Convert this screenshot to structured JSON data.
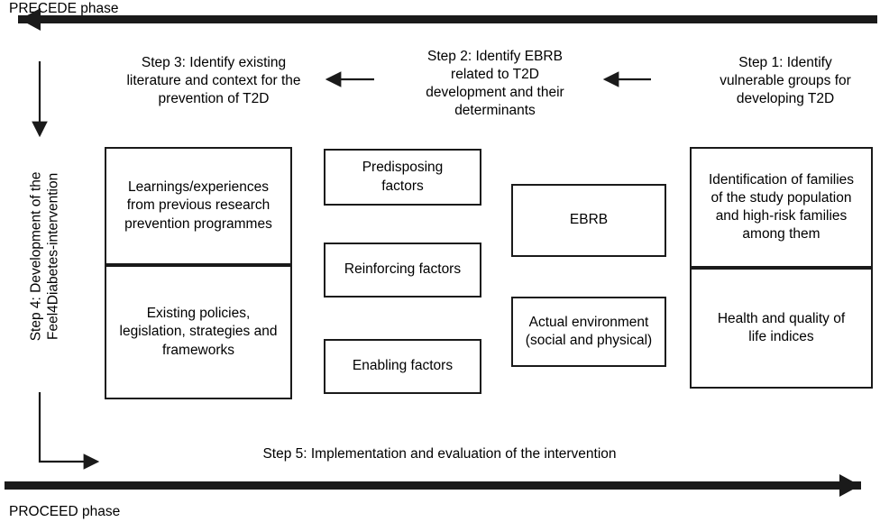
{
  "diagram": {
    "top_phase_label": "PRECEDE phase",
    "bottom_phase_label": "PROCEED phase",
    "vertical_label": "Step 4: Development of the\nFeel4Diabetes-intervention",
    "steps": {
      "step1": "Step 1: Identify\nvulnerable groups for\ndeveloping T2D",
      "step2": "Step 2: Identify EBRB\nrelated to T2D\ndevelopment and their\ndeterminants",
      "step3": "Step 3: Identify existing\nliterature and context for the\nprevention of T2D",
      "step5": "Step 5: Implementation and evaluation of the intervention"
    },
    "boxes": {
      "learnings": "Learnings/experiences\nfrom previous research\nprevention programmes",
      "policies": "Existing policies,\nlegislation, strategies and\nframeworks",
      "predisposing": "Predisposing\nfactors",
      "reinforcing": "Reinforcing factors",
      "enabling": "Enabling factors",
      "ebrb": "EBRB",
      "environment": "Actual environment\n(social and physical)",
      "identification": "Identification of families\nof the study population\nand high-risk families\namong them",
      "health": "Health and quality of\nlife indices"
    },
    "colors": {
      "line": "#1a1a1a",
      "background": "#ffffff"
    }
  }
}
